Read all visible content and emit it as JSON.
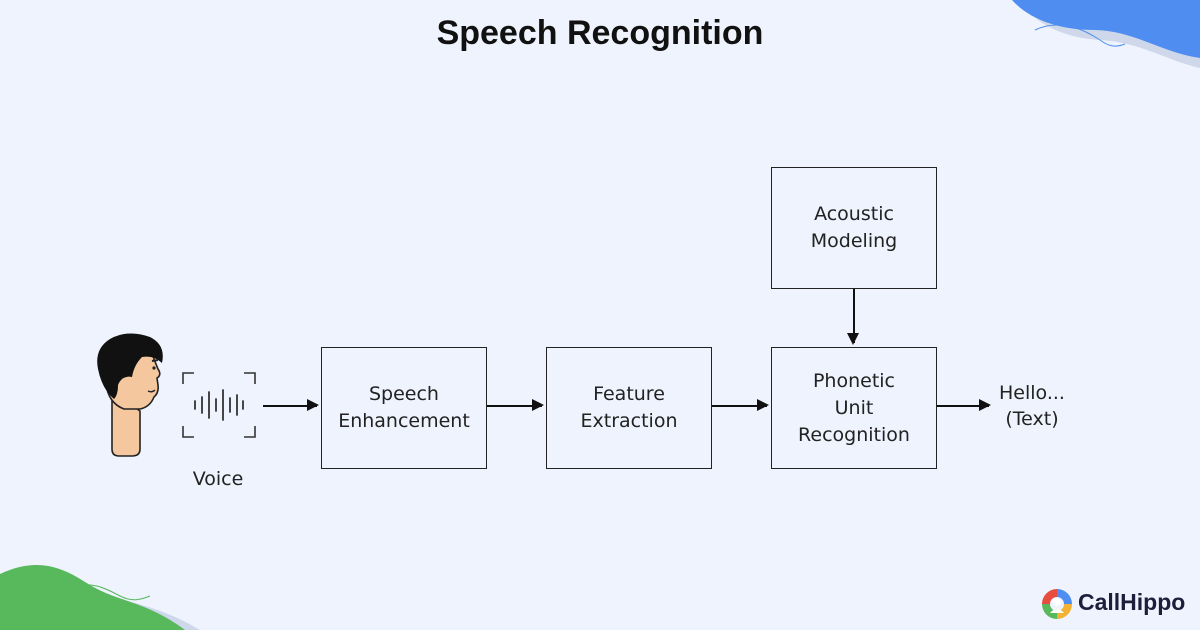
{
  "title": "Speech Recognition",
  "voice_label": "Voice",
  "nodes": {
    "speech_enhancement": [
      "Speech",
      "Enhancement"
    ],
    "feature_extraction": [
      "Feature",
      "Extraction"
    ],
    "phonetic_unit": [
      "Phonetic",
      "Unit",
      "Recognition"
    ],
    "acoustic_modeling": [
      "Acoustic",
      "Modeling"
    ]
  },
  "output": [
    "Hello...",
    "(Text)"
  ],
  "brand": {
    "name": "CallHippo"
  },
  "colors": {
    "accent_blue": "#4f8ef0",
    "accent_green": "#58b85c",
    "background": "#eef3fd"
  }
}
